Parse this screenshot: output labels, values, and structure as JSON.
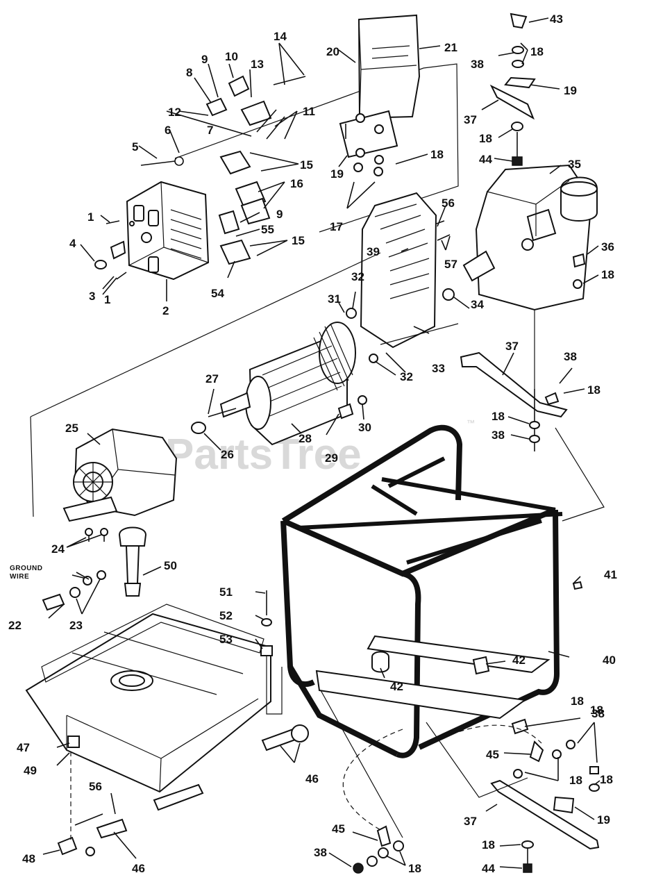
{
  "watermark": {
    "text": "PartsTree",
    "trademark": "™"
  },
  "ground_wire": {
    "line1": "GROUND",
    "line2": "WIRE"
  },
  "callouts": {
    "c1a": "1",
    "c1b": "1",
    "c2": "2",
    "c3": "3",
    "c4": "4",
    "c5": "5",
    "c6": "6",
    "c7": "7",
    "c8": "8",
    "c9a": "9",
    "c9b": "9",
    "c10": "10",
    "c11": "11",
    "c12": "12",
    "c13": "13",
    "c14": "14",
    "c15a": "15",
    "c15b": "15",
    "c16": "16",
    "c17": "17",
    "c18a": "18",
    "c18b": "18",
    "c18c": "18",
    "c18d": "18",
    "c18e": "18",
    "c18f": "18",
    "c18g": "18",
    "c18h": "18",
    "c18i": "18",
    "c18j": "18",
    "c18k": "18",
    "c18l": "18",
    "c18m": "18",
    "c19a": "19",
    "c19b": "19",
    "c19c": "19",
    "c20": "20",
    "c21": "21",
    "c22": "22",
    "c23": "23",
    "c24": "24",
    "c25": "25",
    "c26": "26",
    "c27": "27",
    "c28": "28",
    "c29": "29",
    "c30": "30",
    "c31": "31",
    "c32a": "32",
    "c32b": "32",
    "c33": "33",
    "c34": "34",
    "c35": "35",
    "c36": "36",
    "c37a": "37",
    "c37b": "37",
    "c37c": "37",
    "c38a": "38",
    "c38b": "38",
    "c38c": "38",
    "c38d": "38",
    "c38e": "38",
    "c39": "39",
    "c40": "40",
    "c41": "41",
    "c42a": "42",
    "c42b": "42",
    "c43": "43",
    "c44a": "44",
    "c44b": "44",
    "c45a": "45",
    "c45b": "45",
    "c46a": "46",
    "c46b": "46",
    "c47": "47",
    "c48": "48",
    "c49": "49",
    "c50": "50",
    "c51": "51",
    "c52": "52",
    "c53": "53",
    "c54": "54",
    "c55": "55",
    "c56a": "56",
    "c56b": "56",
    "c57": "57"
  }
}
